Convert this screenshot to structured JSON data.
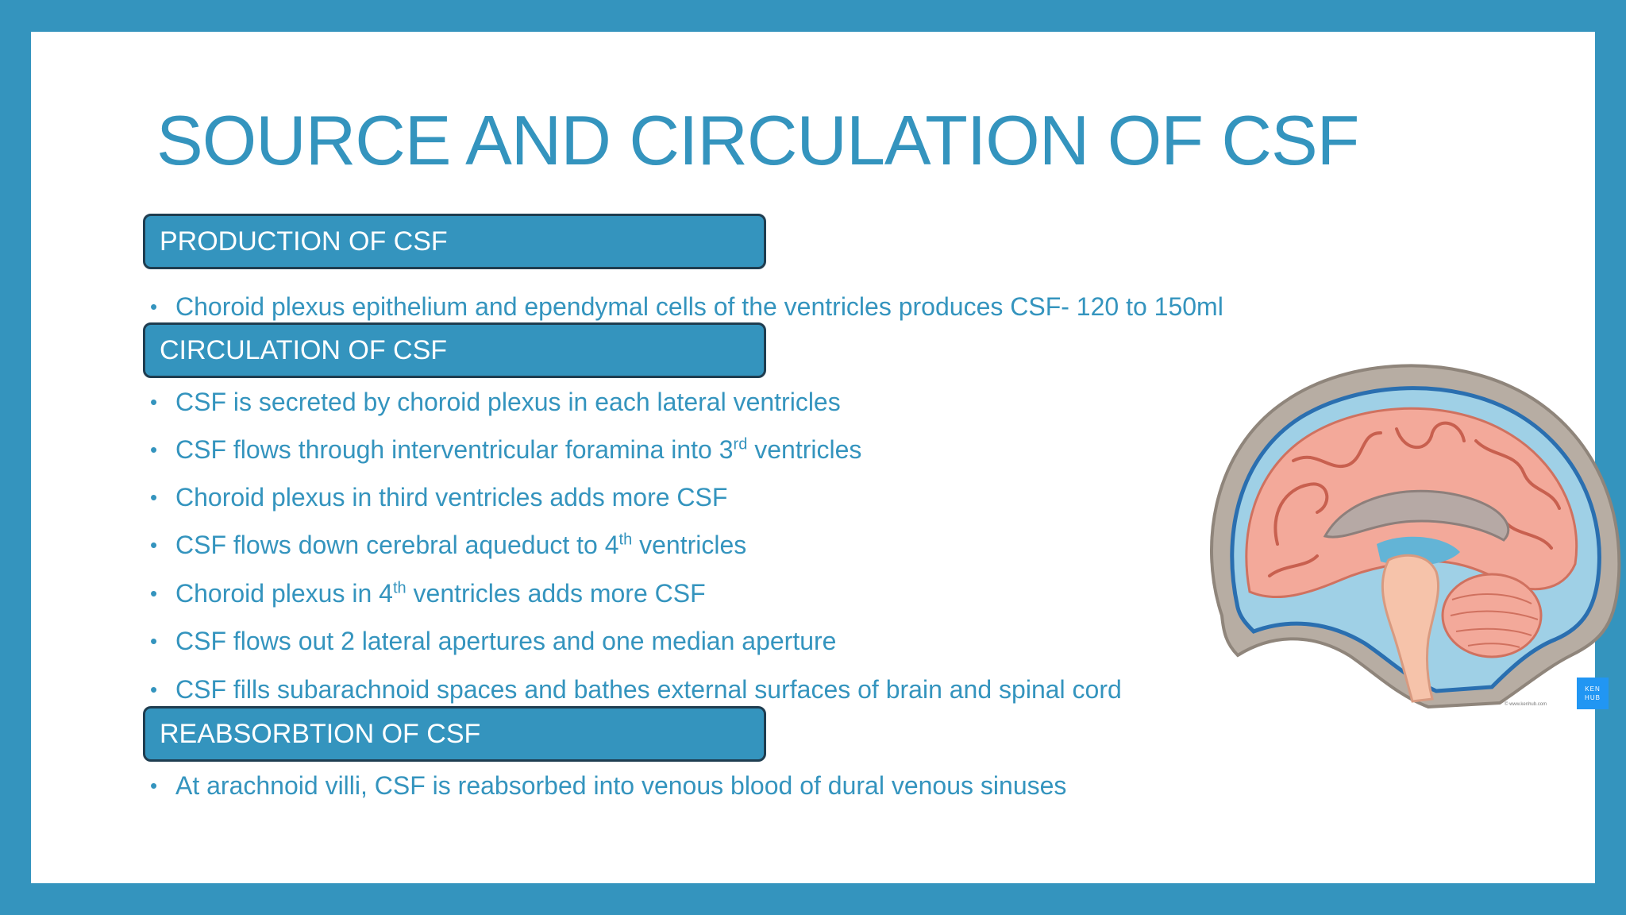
{
  "slide": {
    "title": "SOURCE AND CIRCULATION OF CSF",
    "sections": {
      "production": {
        "header": "PRODUCTION OF CSF",
        "bullets": [
          {
            "text": "Choroid plexus epithelium and ependymal cells of the ventricles produces CSF- 120 to 150ml"
          }
        ]
      },
      "circulation": {
        "header": "CIRCULATION OF CSF",
        "bullets": [
          {
            "text": "CSF is secreted by choroid plexus in each lateral ventricles"
          },
          {
            "pre": "CSF flows through interventricular foramina into 3",
            "sup": "rd",
            "post": " ventricles"
          },
          {
            "text": "Choroid plexus in third ventricles adds more CSF"
          },
          {
            "pre": "CSF flows down cerebral aqueduct to 4",
            "sup": "th",
            "post": " ventricles"
          },
          {
            "pre": "Choroid plexus in 4",
            "sup": "th",
            "post": " ventricles adds more CSF"
          },
          {
            "text": "CSF flows out 2 lateral apertures and one median aperture"
          },
          {
            "text": "CSF fills subarachnoid spaces and bathes external surfaces of brain and spinal cord"
          }
        ]
      },
      "reabsorption": {
        "header": "REABSORBTION OF CSF",
        "bullets": [
          {
            "text": "At arachnoid villi, CSF is reabsorbed into venous blood of dural venous sinuses"
          }
        ]
      }
    },
    "bullet_glyph": "•",
    "image": {
      "badge": "KEN HUB",
      "credit": "© www.kenhub.com"
    }
  },
  "colors": {
    "frame": "#3494be",
    "background": "#ffffff",
    "text_accent": "#3494be",
    "header_border": "#1f3d50",
    "header_text": "#ffffff",
    "badge": "#2196f3"
  },
  "icons": [
    "brain-sagittal-illustration",
    "kenhub-logo-icon"
  ]
}
